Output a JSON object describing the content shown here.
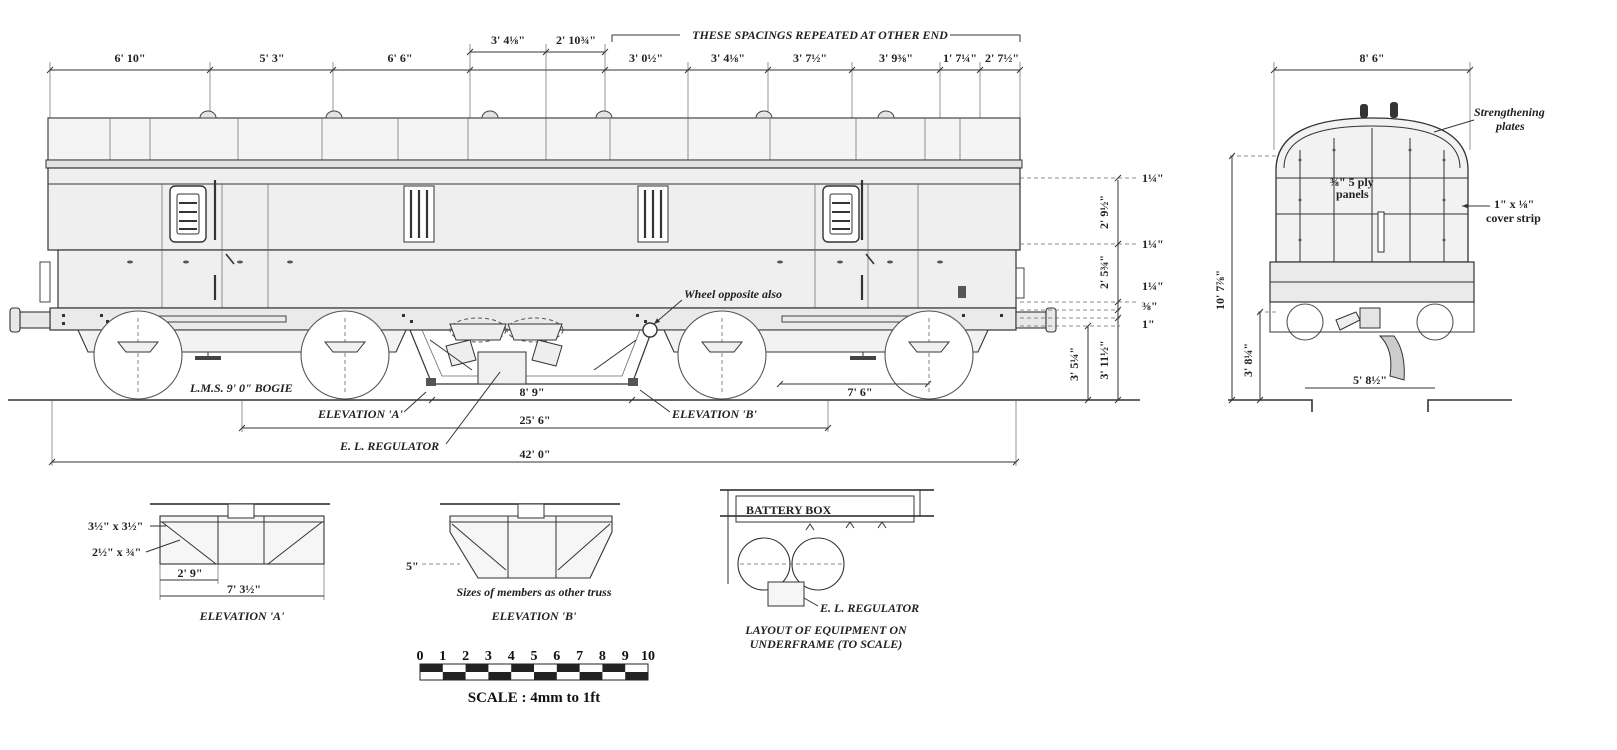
{
  "header": {
    "repeat_note": "THESE SPACINGS REPEATED AT OTHER END"
  },
  "side_elevation": {
    "top_dims": [
      "6' 10\"",
      "5' 3\"",
      "6' 6\"",
      "3' 4⅛\"",
      "2' 10¾\"",
      "3' 0½\"",
      "3' 4⅛\"",
      "3' 7½\"",
      "3' 9⅜\"",
      "1' 7¼\"",
      "2' 7½\""
    ],
    "right_dims": [
      "1¼\"",
      "2' 9½\"",
      "1¼\"",
      "2' 5¾\"",
      "1¼\"",
      "⅜\"",
      "1\""
    ],
    "height_dims": [
      "3' 5¼\"",
      "3' 11½\""
    ],
    "labels": {
      "wheel_note": "Wheel opposite also",
      "bogie": "L.M.S. 9' 0\" BOGIE",
      "elev_a": "ELEVATION 'A'",
      "elev_b": "ELEVATION 'B'",
      "regulator": "E. L. REGULATOR"
    },
    "bottom_dims": {
      "truss_span": "8' 9\"",
      "bogie_offset": "7' 6\"",
      "bogie_centres": "25' 6\"",
      "overall": "42' 0\""
    }
  },
  "end_elevation": {
    "width": "8' 6\"",
    "height": "10' 7⅞\"",
    "rail_height": "3' 8¼\"",
    "gauge": "5' 8½\"",
    "notes": {
      "plates_1": "Strengthening",
      "plates_2": "plates",
      "panels_1": "⅜\" 5 ply",
      "panels_2": "panels",
      "strip_1": "1\" x ⅛\"",
      "strip_2": "cover strip"
    }
  },
  "details": {
    "elev_a": {
      "members_1": "3½\" x 3½\"",
      "members_2": "2½\" x ¾\"",
      "inner": "2' 9\"",
      "span": "7' 3½\"",
      "title": "ELEVATION 'A'"
    },
    "elev_b": {
      "depth": "5\"",
      "note": "Sizes of members as other truss",
      "title": "ELEVATION 'B'"
    },
    "layout": {
      "battery": "BATTERY BOX",
      "regulator": "E. L. REGULATOR",
      "title_1": "LAYOUT OF EQUIPMENT ON",
      "title_2": "UNDERFRAME (TO SCALE)"
    }
  },
  "scale": {
    "ticks": [
      "0",
      "1",
      "2",
      "3",
      "4",
      "5",
      "6",
      "7",
      "8",
      "9",
      "10"
    ],
    "title": "SCALE : 4mm to 1ft"
  }
}
